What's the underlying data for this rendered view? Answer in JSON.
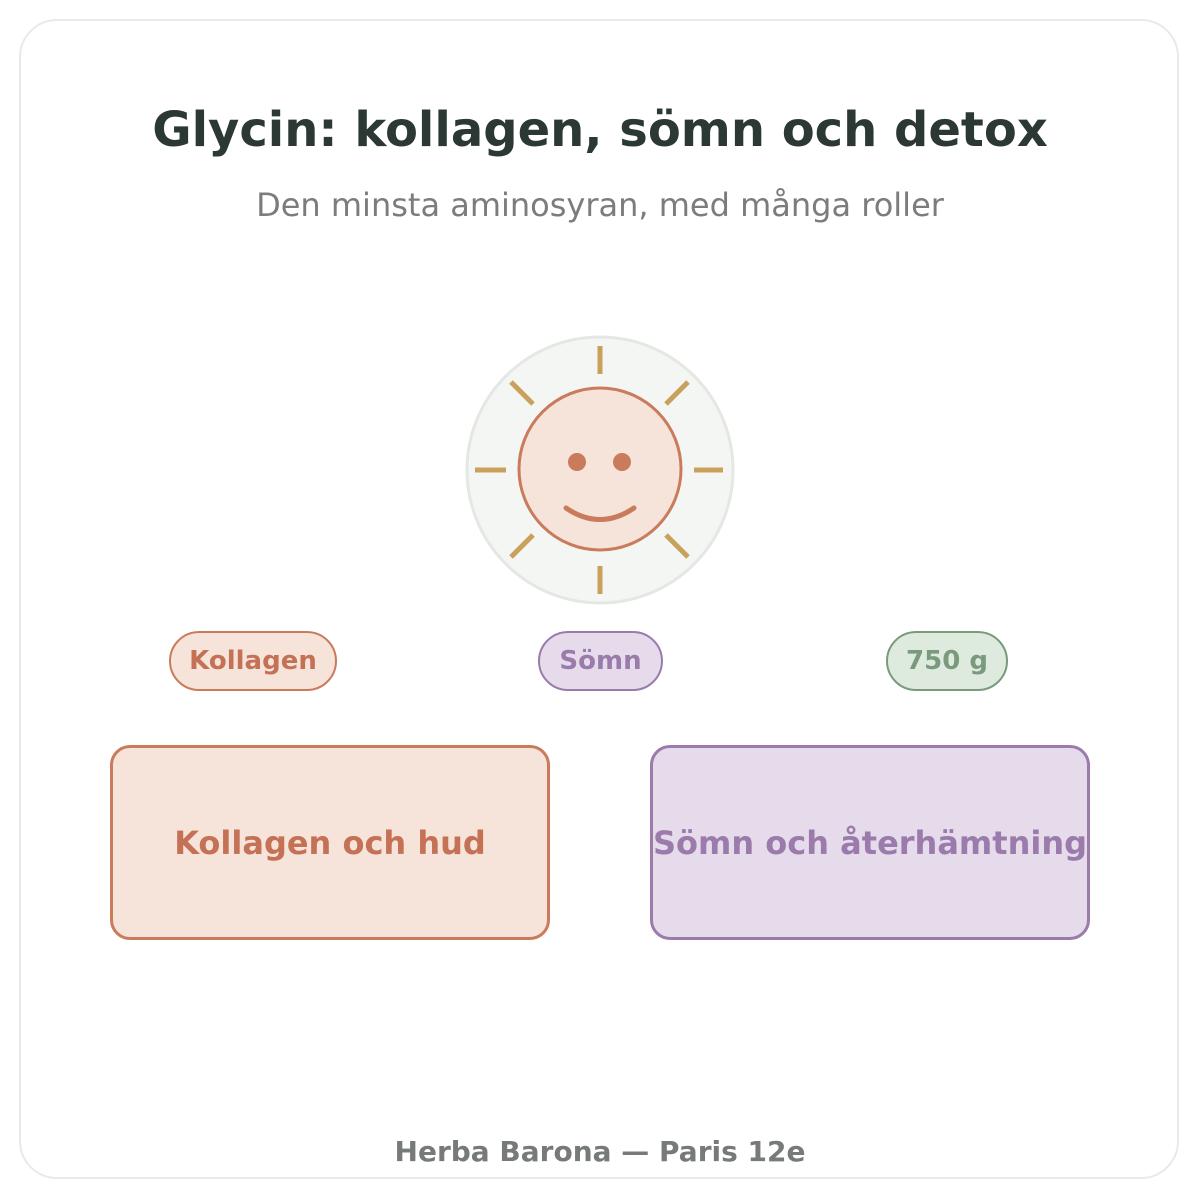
{
  "header": {
    "title": "Glycin: kollagen, sömn och detox",
    "subtitle": "Den minsta aminosyran, med många roller"
  },
  "emblem": {
    "icon": "smiling-sun-icon",
    "colors": {
      "halo_fill": "#f4f6f3",
      "halo_stroke": "#e4e8e3",
      "rays": "#c9a05c",
      "face_fill": "#f6e3da",
      "face_stroke": "#c97b5c",
      "features": "#c97b5c"
    }
  },
  "tags": [
    {
      "label": "Kollagen",
      "text_color": "#c47155",
      "fill": "#f6e3da",
      "border": "#c97b5c"
    },
    {
      "label": "Sömn",
      "text_color": "#9a7bab",
      "fill": "#e5dbeb",
      "border": "#9a7bab"
    },
    {
      "label": "750 g",
      "text_color": "#7a9a7d",
      "fill": "#dfeadf",
      "border": "#7a9a7d"
    }
  ],
  "cards": [
    {
      "label": "Kollagen och hud",
      "text_color": "#c47155",
      "fill": "#f6e3da",
      "border": "#c97b5c"
    },
    {
      "label": "Sömn och återhämtning",
      "text_color": "#9a7bab",
      "fill": "#e5dbeb",
      "border": "#9a7bab"
    }
  ],
  "footer": {
    "text": "Herba Barona — Paris 12e"
  }
}
